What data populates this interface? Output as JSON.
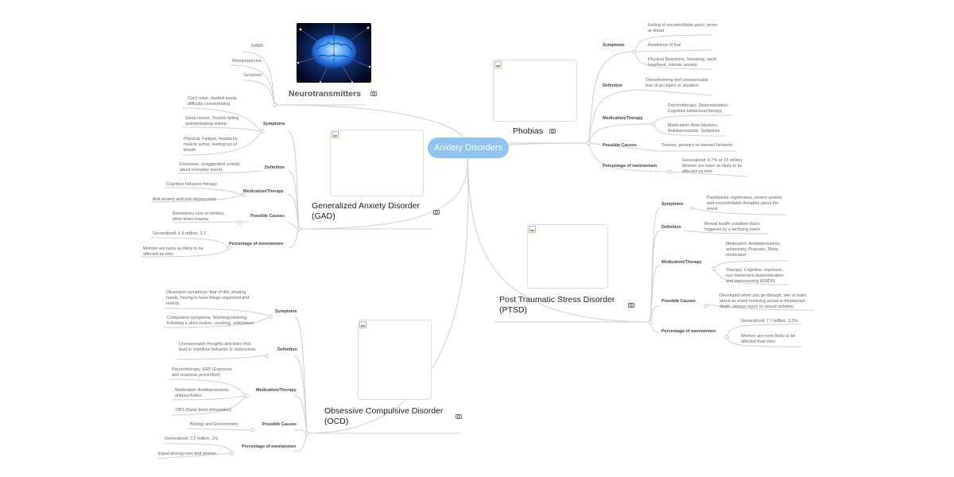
{
  "root": "Anxiety Disorders",
  "neuro": {
    "title": "Neurotransmitters",
    "items": [
      "GABA",
      "Norepinephrine",
      "Serotonin"
    ],
    "image": "brain-illustration"
  },
  "phobias": {
    "title": "Phobias",
    "symptoms_label": "Symptoms",
    "symptoms": [
      "Felling of uncontrollable panic, terror or dread",
      "Avoidance of fear",
      "Physical Reactions: Sweating, rapid heartbeat, intense anxiety"
    ],
    "definition_label": "Definition",
    "definition": "Overwhelming and unreasonable fear of an object or situation",
    "medication_label": "Medication/Therapy",
    "medication": [
      "Psychotherapy: Desensitization, Cognitive behavioral therapy",
      "Medication: Beta blockers, Antidepressants, Sedatives"
    ],
    "causes_label": "Possible Causes",
    "causes": "Trauma, genetics or learned behavior",
    "percentage_label": "Percentage of men/women",
    "percentage": "Generalized: 8.7% or 19 million. Women are twice as likely to be affected as men"
  },
  "gad": {
    "title": "Generalized Anxiety Disorder (GAD)",
    "symptoms_label": "Symptoms",
    "symptoms": [
      "Can't relax, startled easily, difficulty concentrating",
      "Sleep issues: Trouble falling asleep/staying asleep",
      "Physical: Fatigue, headache, muscle aches, feeling out of breath"
    ],
    "definition_label": "Definition",
    "definition": "Excessive, exaggerated anxiety about everyday events",
    "medication_label": "Medication/Therapy",
    "medication": [
      "Cognitive behavior therapy",
      "Anti-anxiety and anti-depressants"
    ],
    "causes_label": "Possible Causes",
    "causes": "Sometimes runs in families, other times trauma",
    "percentage_label": "Percentage of men/women",
    "percentage": [
      "Generalized: 6.8 million, 3.1",
      "Women are twice as likely to be affected as men"
    ]
  },
  "ptsd": {
    "title": "Post Traumatic Stress Disorder (PTSD)",
    "symptoms_label": "Symptoms",
    "symptoms": "Flashbacks, nightmares, severe anxiety and uncontrollable thoughts about the event",
    "definition_label": "Definition",
    "definition": "Mental health condition that's triggered by a terrifying event",
    "medication_label": "Medication/Therapy",
    "medication": [
      "Medication: Antidepressants, antianxiety, Prazosin, Sleep medication",
      "Therapy: Cognitive, exposure, eye movement desensitization and reprocessing (EMDR)"
    ],
    "causes_label": "Possible Causes",
    "causes": "Developed when you go through, see or learn about an event involving actual or threatened death, serious injury or sexual violation",
    "percentage_label": "Percentage of men/women",
    "percentage": [
      "Generalized: 7.7 million, 3.5%",
      "Women are more likely to be affected than men"
    ]
  },
  "ocd": {
    "title": "Obsessive Compulsive Disorder (OCD)",
    "symptoms_label": "Symptoms",
    "symptoms": [
      "Obsession symptoms: fear of dirt, shaking hands, having to have things organized and orderly",
      "Compulsion symptoms: Washing/cleaning, following a strict routine, counting, orderliness"
    ],
    "definition_label": "Definition",
    "definition": "Unreasonable thoughts and fears that lead to repetitive behavior or obsessions",
    "medication_label": "Medication/Therapy",
    "medication": [
      "Psychotherapy: ERP (Exposure and response prevention)",
      "Medication: Antidepressants, antipsychotics",
      "DBS (Deep brain stimulation)"
    ],
    "causes_label": "Possible Causes",
    "causes": "Biology and Environment",
    "percentage_label": "Percentage of men/women",
    "percentage": [
      "Generalized: 2.2 million, 1%",
      "Equal among men and women"
    ]
  }
}
